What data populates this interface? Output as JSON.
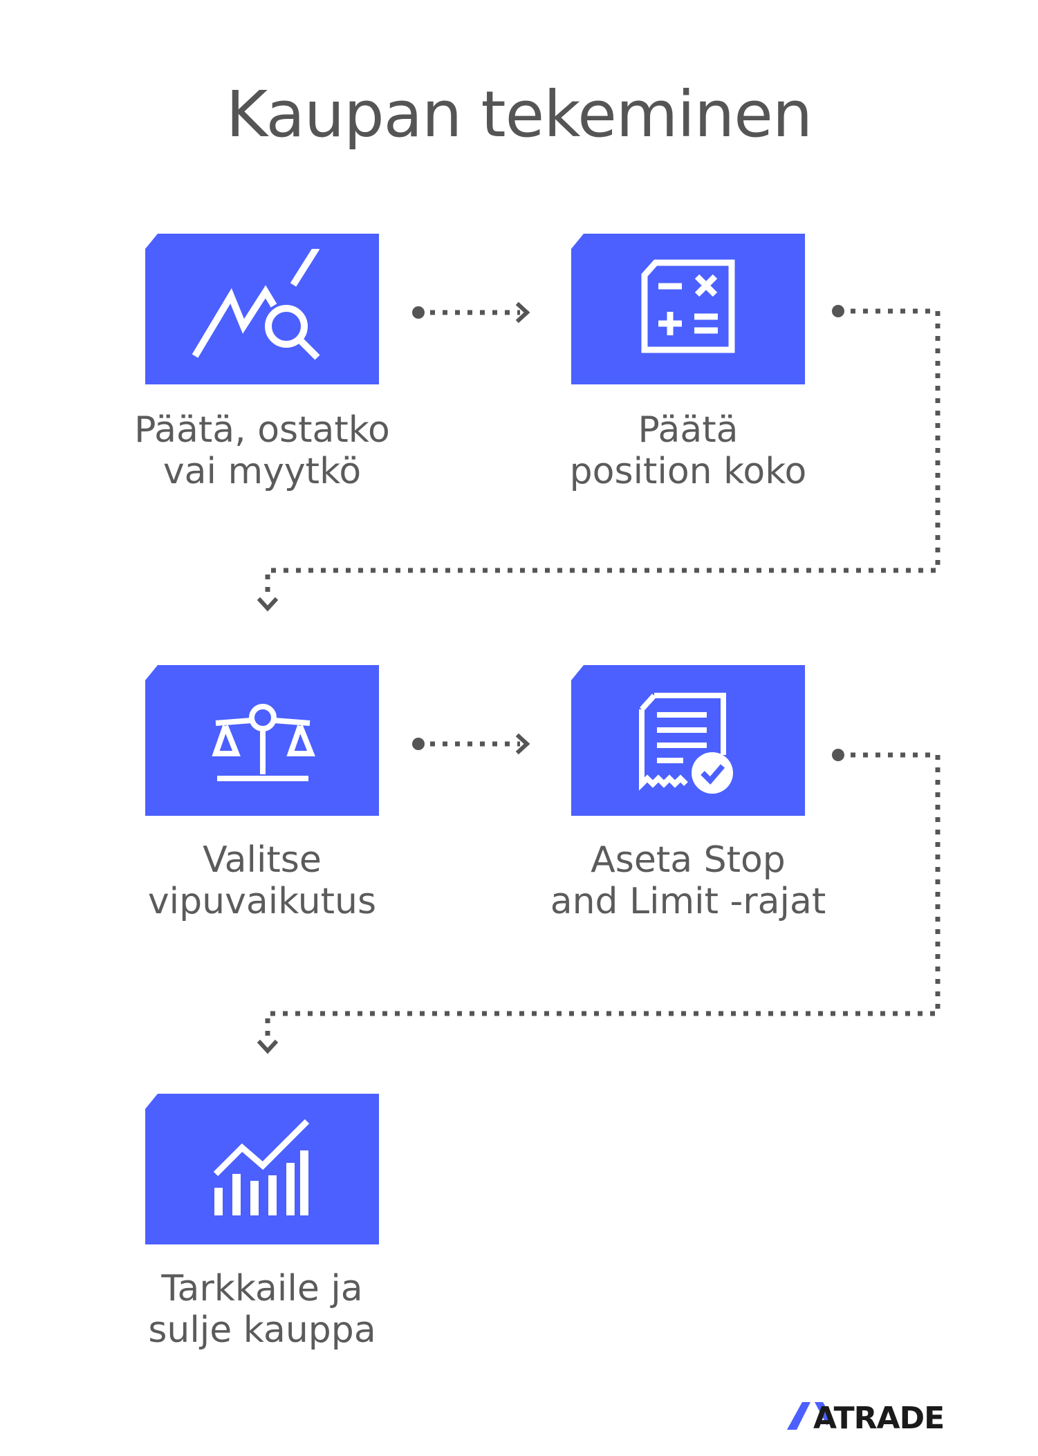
{
  "title": "Kaupan tekeminen",
  "colors": {
    "card": "#4b60ff",
    "icon": "#ffffff",
    "text": "#5b5b5b",
    "connector": "#555555",
    "logo_accent": "#4b60ff",
    "logo_dark": "#1a1a1a"
  },
  "steps": [
    {
      "icon": "chart-search-icon",
      "line1": "Päätä, ostatko",
      "line2": "vai myytkö"
    },
    {
      "icon": "calculator-icon",
      "line1": "Päätä",
      "line2": "position koko"
    },
    {
      "icon": "scales-icon",
      "line1": "Valitse",
      "line2": "vipuvaikutus"
    },
    {
      "icon": "certificate-check-icon",
      "line1": "Aseta Stop",
      "line2": "and Limit -rajat"
    },
    {
      "icon": "growth-bars-icon",
      "line1": "Tarkkaile ja",
      "line2": "sulje kauppa"
    }
  ],
  "logo": {
    "text": "AVATRADE"
  }
}
